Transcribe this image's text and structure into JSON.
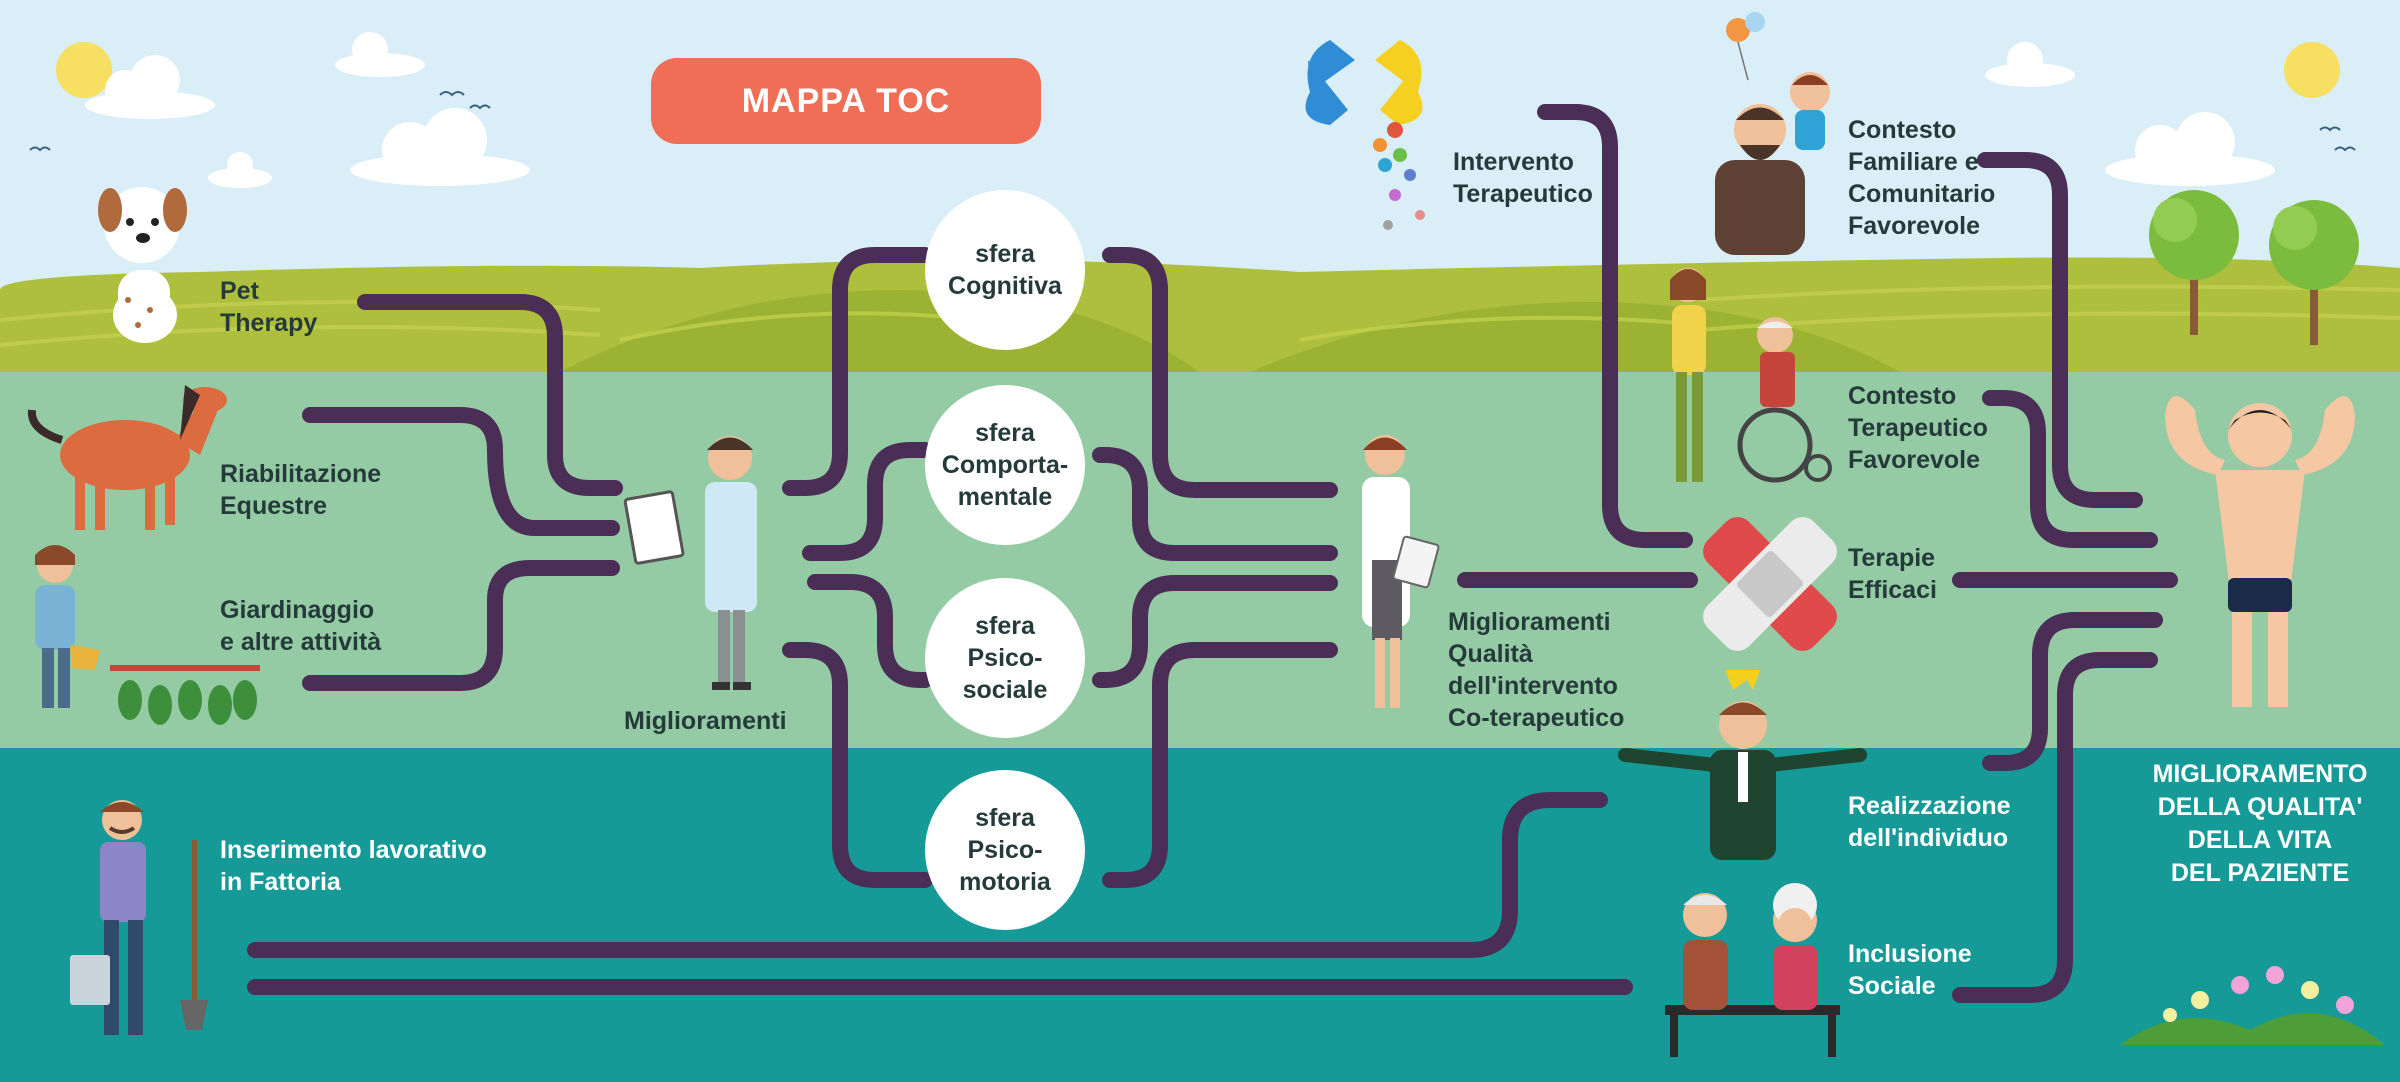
{
  "title": "MAPPA TOC",
  "inputs": [
    {
      "id": "pet",
      "label": "Pet\nTherapy",
      "icon": "dog-icon"
    },
    {
      "id": "horse",
      "label": "Riabilitazione\nEquestre",
      "icon": "horse-icon"
    },
    {
      "id": "garden",
      "label": "Giardinaggio\ne altre attività",
      "icon": "gardener-icon"
    },
    {
      "id": "farm",
      "label": "Inserimento lavorativo\nin Fattoria",
      "icon": "farmer-icon"
    }
  ],
  "improvements": {
    "label": "Miglioramenti",
    "icon": "doctor-icon"
  },
  "spheres": [
    {
      "id": "cognitiva",
      "label": "sfera\nCognitiva"
    },
    {
      "id": "comportamentale",
      "label": "sfera\nComporta-\nmentale"
    },
    {
      "id": "psicosociale",
      "label": "sfera\nPsico-\nsociale"
    },
    {
      "id": "psicomotoria",
      "label": "sfera\nPsico-\nmotoria"
    }
  ],
  "cotherapy": {
    "label": "Miglioramenti\nQualità\ndell'intervento\nCo-terapeutico",
    "icon": "nurse-icon"
  },
  "outcomes": [
    {
      "id": "intervento",
      "label": "Intervento\nTerapeutico",
      "icon": "pills-icon"
    },
    {
      "id": "familiare",
      "label": "Contesto\nFamiliare e\nComunitario\nFavorevole",
      "icon": "family-icon"
    },
    {
      "id": "terapeutico",
      "label": "Contesto\nTerapeutico\nFavorevole",
      "icon": "wheelchair-icon"
    },
    {
      "id": "terapie",
      "label": "Terapie\nEfficaci",
      "icon": "bandage-icon"
    },
    {
      "id": "realizzazione",
      "label": "Realizzazione\ndell'individuo",
      "icon": "businessman-icon"
    },
    {
      "id": "inclusione",
      "label": "Inclusione\nSociale",
      "icon": "elderly-couple-icon"
    }
  ],
  "result": {
    "label": "MIGLIORAMENTO\nDELLA QUALITA'\nDELLA VITA\nDEL PAZIENTE",
    "icon": "strongman-icon"
  },
  "colors": {
    "sky": "#d9eef6",
    "hills": "#a8bb3a",
    "band_mid": "#94cba4",
    "band_low": "#159a97",
    "connector": "#4a2e55",
    "accent": "#ef6e55"
  }
}
